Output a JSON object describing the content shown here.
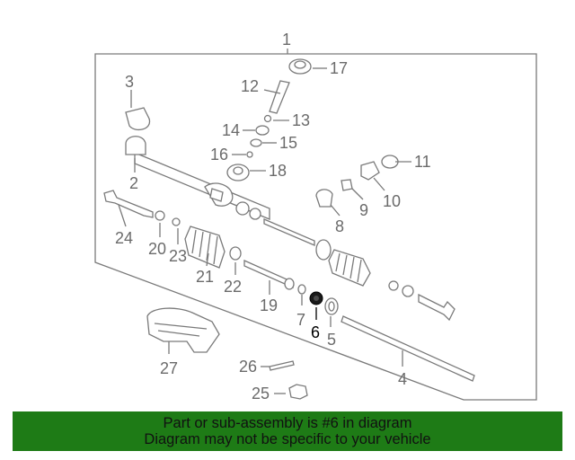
{
  "diagram": {
    "callouts": {
      "c1": "1",
      "c2": "2",
      "c3": "3",
      "c4": "4",
      "c5": "5",
      "c6": "6",
      "c7": "7",
      "c8": "8",
      "c9": "9",
      "c10": "10",
      "c11": "11",
      "c12": "12",
      "c13": "13",
      "c14": "14",
      "c15": "15",
      "c16": "16",
      "c17": "17",
      "c18": "18",
      "c19": "19",
      "c20": "20",
      "c21": "21",
      "c22": "22",
      "c23": "23",
      "c24": "24",
      "c25": "25",
      "c26": "26",
      "c27": "27"
    },
    "highlighted_part": "6",
    "colors": {
      "line": "#7a7a7a",
      "highlight": "#000000",
      "banner": "#1e7b16"
    }
  },
  "banner": {
    "line1": "Part or sub-assembly is #6 in diagram",
    "line2": "Diagram may not be specific to your vehicle"
  }
}
